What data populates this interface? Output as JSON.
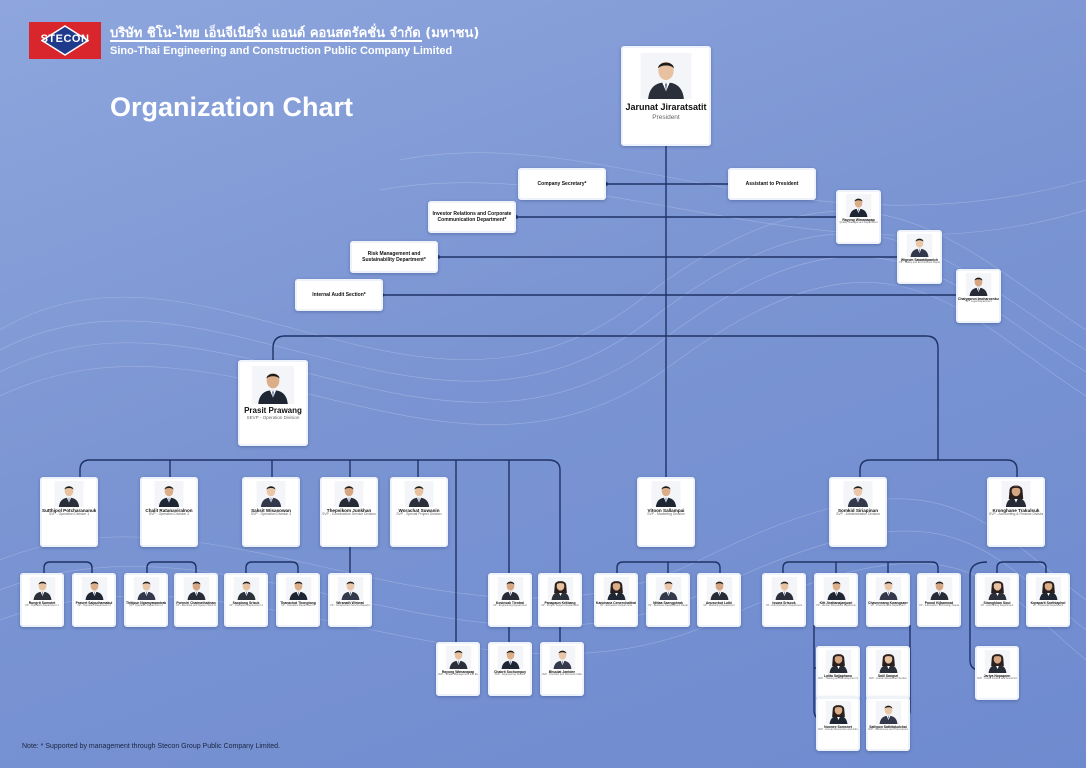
{
  "header": {
    "logo_text": "STECON",
    "company_thai": "บริษัท ชิโน-ไทย เอ็นจีเนียริ่ง แอนด์ คอนสตรัคชั่น จำกัด (มหาชน)",
    "company_en": "Sino-Thai Engineering and Construction Public Company Limited",
    "title": "Organization Chart"
  },
  "note": "Note: * Supported by management through Stecon Group Public Company Limited.",
  "colors": {
    "background": "#7b95d3",
    "line": "#1f3266",
    "logo_red": "#d9262c",
    "card": "#ffffff"
  },
  "president": {
    "name": "Jarunat Jiraratsatit",
    "position": "President"
  },
  "staff": {
    "company_secretary": "Company Secretary*",
    "assistant": "Assistant to President",
    "investor_relations": "Investor Relations and Corporate Communication Department*",
    "risk_management": "Risk Management and Sustainability Department*",
    "internal_audit": "Internal Audit Section*"
  },
  "staff_people": [
    {
      "name": "Rayong Wimanapap",
      "position": "Quality Management Department"
    },
    {
      "name": "Wigrom Sawatdipanich",
      "position": "VP - Safety and Environment Department"
    },
    {
      "name": "Chaiyaprun Imcharoenkul",
      "position": "VP - Legal Department"
    }
  ],
  "operation_head": {
    "name": "Prasit Prawang",
    "position": "SEVP - Operation Division"
  },
  "svps": [
    {
      "name": "Sutthipol Potcharananukul",
      "position": "SVP - Operation Division 1"
    },
    {
      "name": "Chalit Ratanaviralnon",
      "position": "SVP - Operation Division 2"
    },
    {
      "name": "Saksit Wisasowan",
      "position": "SVP - Operation Division 3"
    },
    {
      "name": "Thepvikom Junkhan",
      "position": "SVP - Construction Service Division"
    },
    {
      "name": "Worachat Suwanin",
      "position": "SVP - Special Project Division"
    },
    {
      "name": "Vitoon Sallampai",
      "position": "SVP - Marketing Division"
    },
    {
      "name": "Somkid Siriapinan",
      "position": "SVP - Administration Division"
    },
    {
      "name": "Kronghane Trakulsuk",
      "position": "SVP - Accounting & Finance Division"
    }
  ],
  "vps": [
    {
      "name": "Rungrit Sumotet",
      "position": "VP - Operation Department 1"
    },
    {
      "name": "Prasert Saiputhamakul",
      "position": "VP - Operation Department 2"
    },
    {
      "name": "Thitipun Ngamyawantrakul",
      "position": "VP - Operation Department 3"
    },
    {
      "name": "Pornsiri Chatmethaitnan",
      "position": "VP - Electrical and System Work Department"
    },
    {
      "name": "Saoplong Srisuk",
      "position": "VP - Operation Department 4"
    },
    {
      "name": "Thanachat Thongtong",
      "position": "VP - Operation Department 5"
    },
    {
      "name": "Wiranath Wiriwat",
      "position": "VP - Construction Service Department"
    },
    {
      "name": "Kosinsak Tientrai",
      "position": "VP - Engineering Department"
    },
    {
      "name": "Panapaun Kritbang",
      "position": "VP - Project Support Department"
    },
    {
      "name": "Kanchana Ceneechaithai",
      "position": "VP - Estimation Department"
    },
    {
      "name": "Nittaa Saengphrak",
      "position": "VP - Business Development Department"
    },
    {
      "name": "Anusorbut Lotki",
      "position": "VP - Marketing Department"
    },
    {
      "name": "Issara Srisook",
      "position": "VP - Administration Department"
    },
    {
      "name": "Kitt Jirattanajanjuari",
      "position": "VP - Human Resources Department"
    },
    {
      "name": "Chaveewang Kwangsaeraksa",
      "position": "VP - Procurement Department"
    },
    {
      "name": "Panod Kijkamnad",
      "position": "VP - Information Technology Department"
    },
    {
      "name": "Sirangkhan Sout",
      "position": "VP - Accounting Department"
    },
    {
      "name": "Koraparit Sorthiaphol",
      "position": "VP - Financial Department"
    }
  ],
  "avps": [
    {
      "name": "Rayong Wimanapap",
      "position": "AVP - Tender Management and Execution Section"
    },
    {
      "name": "Chakrit Sochumpuy",
      "position": "AVP - Engineering Section"
    },
    {
      "name": "Bhuulat Jantdee",
      "position": "AVP - Contract and Document Management Section"
    },
    {
      "name": "Lalita Sajjaphanu",
      "position": "AVP - Training and Development Section"
    },
    {
      "name": "Salil Sangsri",
      "position": "AVP - Human Resources Section"
    },
    {
      "name": "Noonee Somsnet",
      "position": "AVP - Human Resources and Administration Section"
    },
    {
      "name": "Sathpon Sathitakulchai",
      "position": "AVP - Warehouse and Procurement Section"
    },
    {
      "name": "Jariya Nopaporn",
      "position": "AVP - Credit Control and Accounting Department"
    }
  ]
}
